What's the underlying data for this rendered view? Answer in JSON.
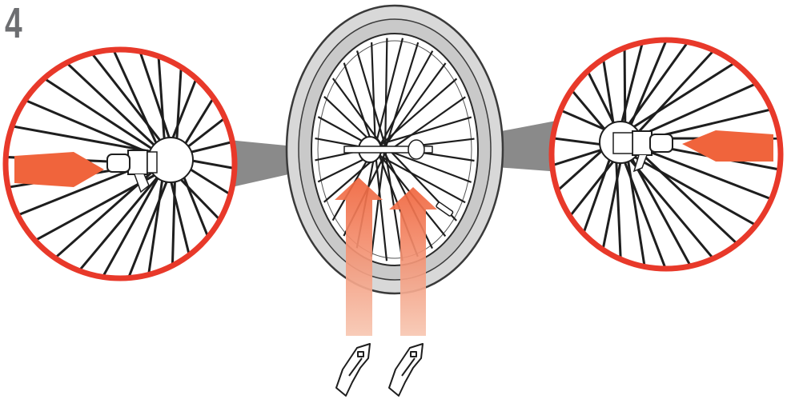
{
  "step": {
    "number": "4"
  },
  "colors": {
    "callout_ring": "#e8392a",
    "arrow": "#f0643c",
    "arrow_light": "#f7c7b2",
    "tire": "#d8d8d8",
    "tire_edge": "#3a3a3a",
    "spoke": "#1e1e1e",
    "connector": "#8a8a8a",
    "step_number": "#6d6e71"
  },
  "icons": {
    "step_number": "step-number",
    "wheel": "bicycle-wheel-icon",
    "left_callout": "axle-nut-magnified-left",
    "right_callout": "axle-nut-magnified-right",
    "left_push_arrow": "arrow-right-icon",
    "right_push_arrow": "arrow-left-icon",
    "up_arrows": "arrow-up-icon",
    "dropouts": "dropout-bracket-icon"
  }
}
